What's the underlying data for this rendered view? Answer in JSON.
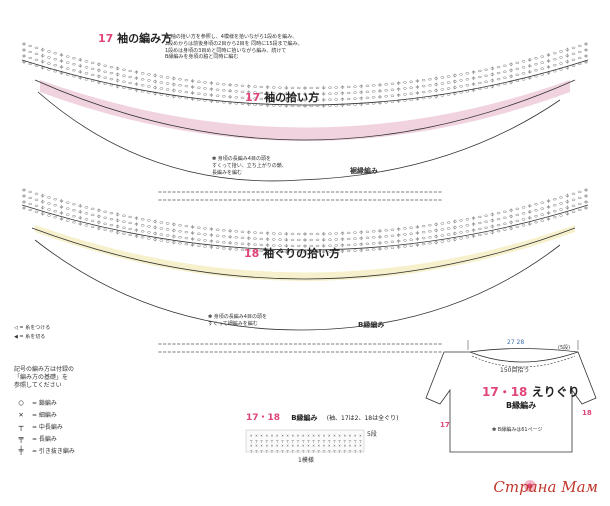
{
  "sleeve17": {
    "title_num": "17",
    "title_text": "袖の編み方",
    "note_lines": [
      "✽ 袖の拾い方を参照し、4模様を拾いながら1段めを編み、",
      "2段めからは前後身頃の2目から2目を 同時に15段まで編み。",
      "1段めは身頃の3目めと同時に拾いながら編み、続けて",
      "B縁編みを身頃の脇と同時に編む"
    ],
    "pickup_num": "17",
    "pickup_text": "袖の拾い方",
    "side_label": "裾縁編み",
    "note2": [
      "✽ 身頃の長編み4目の頭を",
      "すくって拾い、立ち上がりの鎖、",
      "長編みを編む"
    ]
  },
  "sleeve18": {
    "pickup_num": "18",
    "pickup_text": "袖ぐりの拾い方",
    "side_label": "B縁編み",
    "note": [
      "✽ 身頃の長編み4目の頭を",
      "すくって細編みを編む"
    ]
  },
  "left_marks": [
    "◁ = 糸をつける",
    "◀ = 糸を切る"
  ],
  "legend": {
    "header_lines": [
      "記号の編み方は付録の",
      "「編み方の基礎」を",
      "参照してください"
    ],
    "items": [
      {
        "symbol": "○",
        "label": "= 鎖編み"
      },
      {
        "symbol": "✕",
        "label": "= 細編み"
      },
      {
        "symbol": "┬",
        "label": "= 中長編み"
      },
      {
        "symbol": "╤",
        "label": "= 長編み"
      },
      {
        "symbol": "╪",
        "label": "= 引き抜き編み"
      }
    ]
  },
  "border": {
    "title_num": "17・18",
    "title_text": "B縁編み",
    "sub": "(袖、17は2、18は全ぐり)",
    "rows_label": "5段",
    "repeat_label": "1模様"
  },
  "sweater": {
    "top_numbers": "27 28",
    "top_right": "(5段)",
    "count": "150目拾う",
    "label_num": "17・18",
    "label_text": "えりぐり",
    "sub": "B縁編み",
    "left_num": "17",
    "right_num": "18",
    "ref": "✽ B縁編みは61ページ"
  },
  "watermark": "Страна Мам",
  "accent_colors": {
    "pink": "#e0457a",
    "band": "#e9bfd2",
    "line": "#333333"
  }
}
